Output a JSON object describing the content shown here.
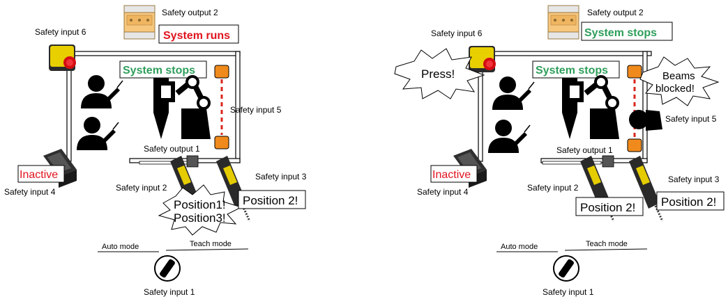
{
  "colors": {
    "stopped": "#2e9e5b",
    "running": "#e0141e",
    "inactive": "#e0141e",
    "beam": "#d8261c",
    "lamp": "#f08a1c",
    "button": "#e8d100",
    "relay": "#f5c47a"
  },
  "icons": {
    "relay": "safety-relay-icon",
    "estop": "emergency-stop-icon",
    "robot": "robot-arm-icon",
    "operator": "operator-icon",
    "enabling_switch": "enabling-switch-icon",
    "mode_selector": "mode-selector-icon",
    "light_curtain": "light-curtain-icon",
    "safety_mat": "safety-mat-icon"
  },
  "left": {
    "safety_output_2": "Safety output 2",
    "output_2_status": "System runs",
    "safety_input_6": "Safety input 6",
    "cell_status": "System stops",
    "safety_input_5": "Safety input 5",
    "safety_output_1": "Safety output 1",
    "inactive_label": "Inactive",
    "safety_input_4": "Safety input 4",
    "safety_input_2": "Safety input 2",
    "safety_input_3": "Safety input 3",
    "position_a_line1": "Position1!",
    "position_a_line2": "Position3!",
    "position_b": "Position 2!",
    "auto_mode": "Auto mode",
    "teach_mode": "Teach mode",
    "safety_input_1": "Safety input 1"
  },
  "right": {
    "safety_output_2": "Safety output 2",
    "output_2_status": "System stops",
    "safety_input_6": "Safety input 6",
    "press": "Press!",
    "cell_status": "System stops",
    "beams_line1": "Beams",
    "beams_line2": "blocked!",
    "safety_input_5": "Safety input 5",
    "safety_output_1": "Safety output 1",
    "inactive_label": "Inactive",
    "safety_input_4": "Safety input 4",
    "safety_input_2": "Safety input 2",
    "safety_input_3": "Safety input 3",
    "position_a": "Position 2!",
    "position_b": "Position 2!",
    "auto_mode": "Auto mode",
    "teach_mode": "Teach mode",
    "safety_input_1": "Safety input 1"
  }
}
